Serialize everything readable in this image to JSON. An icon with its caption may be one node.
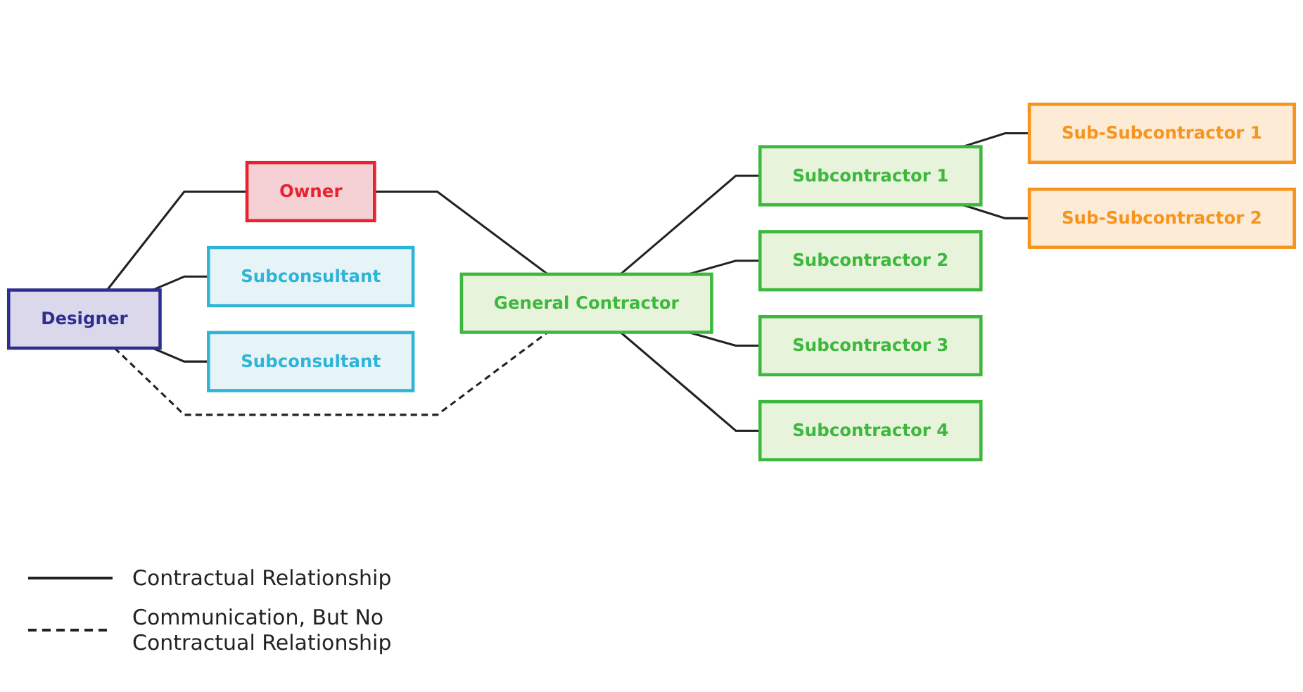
{
  "diagram": {
    "nodes": [
      {
        "text": [
          "Designer"
        ]
      },
      {
        "text": [
          "Owner"
        ]
      },
      {
        "text": [
          "Subconsultant"
        ]
      },
      {
        "text": [
          "Subconsultant"
        ]
      },
      {
        "text": [
          "General Contractor"
        ]
      },
      {
        "text": [
          "Subcontractor 1"
        ]
      },
      {
        "text": [
          "Subcontractor 2"
        ]
      },
      {
        "text": [
          "Subcontractor 3"
        ]
      },
      {
        "text": [
          "Subcontractor 4"
        ]
      },
      {
        "text": [
          "Sub-Subcontractor 1"
        ]
      },
      {
        "text": [
          "Sub-Subcontractor 2"
        ]
      }
    ],
    "edges": [
      {
        "from": 0,
        "to": 1,
        "arrow": "none"
      },
      {
        "from": 0,
        "to": 2,
        "arrow": "none"
      },
      {
        "from": 0,
        "to": 3,
        "arrow": "none"
      },
      {
        "from": 1,
        "to": 4,
        "arrow": "none"
      },
      {
        "from": 0,
        "to": 4,
        "arrow": "none",
        "style": "dashed"
      },
      {
        "from": 4,
        "to": 5,
        "arrow": "none"
      },
      {
        "from": 4,
        "to": 6,
        "arrow": "none"
      },
      {
        "from": 4,
        "to": 7,
        "arrow": "none"
      },
      {
        "from": 4,
        "to": 8,
        "arrow": "none"
      },
      {
        "from": 5,
        "to": 9,
        "arrow": "none"
      },
      {
        "from": 5,
        "to": 10,
        "arrow": "none"
      }
    ],
    "legend": [
      {
        "text": "Contractual Relationship"
      },
      {
        "text": "Communication, But No Contractual Relationship"
      }
    ]
  }
}
